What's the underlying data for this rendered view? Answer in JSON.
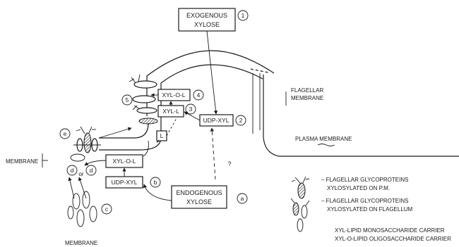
{
  "boxes": {
    "exogenous_line1": "EXOGENOUS",
    "exogenous_line2": "XYLOSE",
    "xyl_o_l_top": "XYL-O-L",
    "xyl_l": "XYL-L",
    "udp_xyl_right": "UDP-XYL",
    "l_box": "L",
    "xyl_o_l_left": "XYL-O-L",
    "udp_xyl_left": "UDP-XYL",
    "endogenous_line1": "ENDOGENOUS",
    "endogenous_line2": "XYLOSE"
  },
  "markers": {
    "m1": "1",
    "m2": "2",
    "m3": "3",
    "m4": "4",
    "m5": "5",
    "ma": "a",
    "mb": "b",
    "mc": "c",
    "md1": "d",
    "md2": "d",
    "me": "e",
    "or_text": "or",
    "question": "?"
  },
  "labels": {
    "flagellar_line1": "FLAGELLAR",
    "flagellar_line2": "MEMBRANE",
    "plasma_membrane": "PLASMA MEMBRANE",
    "membrane_left": "MEMBRANE",
    "membrane_bottom": "MEMBRANE"
  },
  "legend": {
    "item1_line1": "– FLAGELLAR GLYCOPROTEINS",
    "item1_line2": "XYLOSYLATED ON P.M.",
    "item2_line1": "– FLAGELLAR GLYCOPROTEINS",
    "item2_line2": "XYLOSYLATED ON FLAGELLUM",
    "note1": "XYL-LIPID MONOSACCHARIDE CARRIER",
    "note2": "XYL-O-LIPID OLIGOSACCHARIDE CARRIER"
  }
}
